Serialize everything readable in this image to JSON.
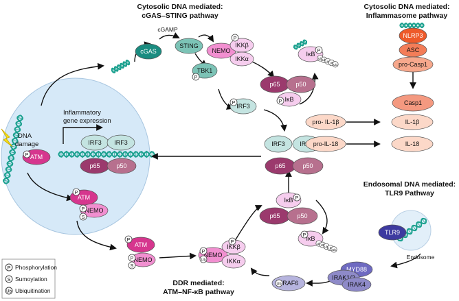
{
  "titles": {
    "cgas": [
      "Cytosolic DNA mediated:",
      "cGAS–STING pathway"
    ],
    "inflammasome": [
      "Cytosolic DNA mediated:",
      "Inflammasome pathway"
    ],
    "tlr9": [
      "Endosomal DNA mediated:",
      "TLR9 Pathway"
    ],
    "ddr": [
      "DDR mediated:",
      "ATM–NF-κB pathway"
    ]
  },
  "labels": {
    "cgamp": "cGAMP",
    "inflammatory": [
      "Inflammatory",
      "gene expression"
    ],
    "dna_damage": [
      "DNA",
      "damage"
    ],
    "endosome": "Endosome"
  },
  "proteins": {
    "cgas": "cGAS",
    "sting": "STING",
    "nemo": "NEMO",
    "ikkb": "IKKβ",
    "ikka": "IKKα",
    "tbk1": "TBK1",
    "ikb": "IκB",
    "p65": "p65",
    "p50": "p50",
    "irf3": "IRF3",
    "atm": "ATM",
    "nlrp3": "NLRP3",
    "asc": "ASC",
    "pro_casp1": "pro-Casp1",
    "casp1": "Casp1",
    "pro_il1b": "pro- IL-1β",
    "il1b": "IL-1β",
    "pro_il18": "pro-IL-18",
    "il18": "IL-18",
    "tlr9": "TLR9",
    "myd88": "MYD88",
    "irak12": "IRAK1/2",
    "irak4": "IRAK4",
    "traf6": "TRAF6"
  },
  "badges": {
    "p": "P",
    "s": "S",
    "ub": "Ub"
  },
  "legend": [
    {
      "symbol": "P",
      "label": "Phosphorylation"
    },
    {
      "symbol": "S",
      "label": "Sumoylation"
    },
    {
      "symbol": "Ub",
      "label": "Ubiquitination"
    }
  ],
  "colors": {
    "cell": "#d6e9f8",
    "cgas": "#1a8c80",
    "sting": "#7cc3b6",
    "nemo_pink": "#f18fd0",
    "ikk_light": "#f6cdee",
    "p65": "#9b3a6d",
    "p50": "#b7708e",
    "irf3": "#c4e4e1",
    "atm": "#d6368e",
    "nlrp3": "#ee5a2a",
    "asc": "#f37d58",
    "pro_casp1": "#f7a88c",
    "casp1": "#f49980",
    "il_light": "#fcd8c8",
    "tlr9": "#3d3aa0",
    "myd88": "#6e6ac1",
    "irak": "#8e8ac8",
    "traf6": "#b6b4de",
    "dna": "#1aa08e"
  }
}
